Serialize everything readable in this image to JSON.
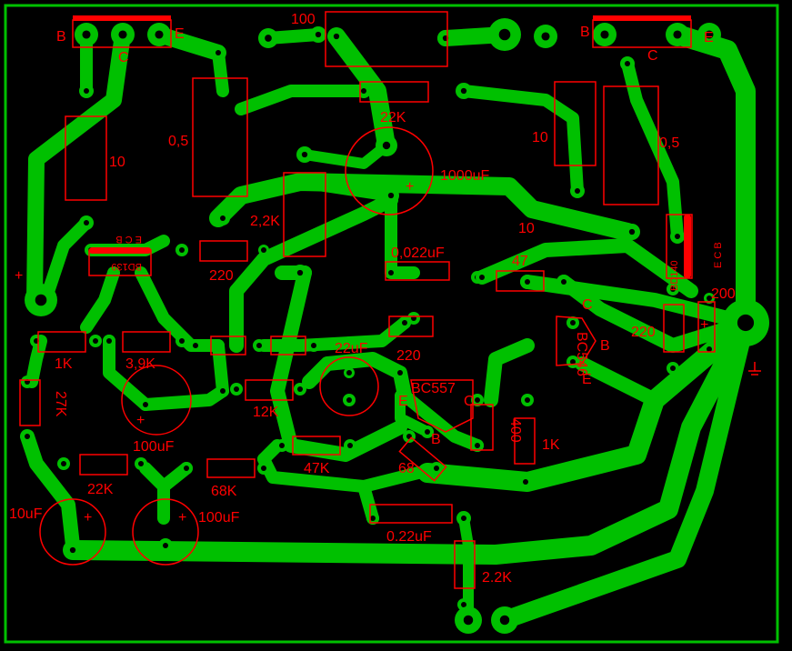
{
  "board": {
    "trace_color": "#00c000",
    "silk_color": "#ff0000",
    "background": "#000000"
  },
  "labels": {
    "q_left_b": "B",
    "q_left_c": "C",
    "q_left_e": "E",
    "q_right_b": "B",
    "q_right_c": "C",
    "q_right_e": "E",
    "r_100": "100",
    "r_22k_top": "22K",
    "r_0_5_left": "0,5",
    "r_10_left": "10",
    "r_10_right": "10",
    "r_0_5_right": "0,5",
    "r_2_2k_top": "2,2K",
    "c_1000uf": "1000uF",
    "c_1000uf_plus": "+",
    "r_10_mid": "10",
    "c_0_022uf": "0,022uF",
    "r_47": "47",
    "r_220_left": "220",
    "bd139": "BD139",
    "bd139_pins": "E C B",
    "bd140": "BD140",
    "bd140_pins": "E C B",
    "r_200": "200",
    "r_220_right": "220",
    "r_1k_left": "1K",
    "r_3_9k": "3,9K",
    "r_27k": "27K",
    "c_100uf_left": "100uF",
    "c_100uf_left_plus": "+",
    "r_12k": "12K",
    "c_22uf": "22uF",
    "r_220_mid": "220",
    "bc557": "BC557",
    "bc557_e": "E",
    "bc557_c": "C",
    "bc557_b": "B",
    "bc546": "BC546",
    "bc546_c": "C",
    "bc546_b": "B",
    "bc546_e": "E",
    "r_400": "400",
    "r_1k_right": "1K",
    "r_47k": "47K",
    "r_68": "68",
    "r_22k_bottom": "22K",
    "r_68k": "68K",
    "c_10uf": "10uF",
    "c_10uf_plus": "+",
    "c_100uf_bottom": "100uF",
    "c_100uf_bottom_plus": "+",
    "c_0_22uf": "0.22uF",
    "r_2_2k_bottom": "2.2K",
    "left_plus": "+",
    "c_200_plus": "+"
  }
}
